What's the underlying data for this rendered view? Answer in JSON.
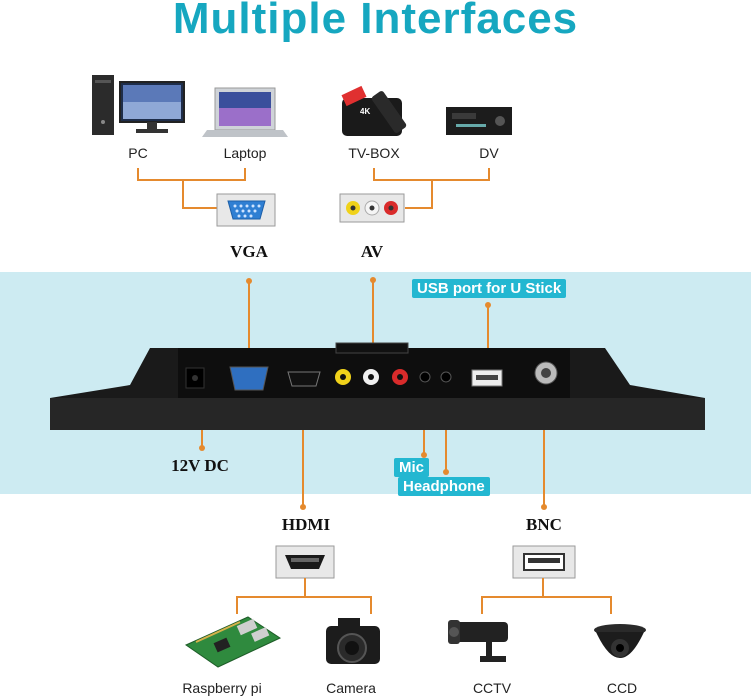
{
  "title": "Multiple Interfaces",
  "devices": {
    "pc": "PC",
    "laptop": "Laptop",
    "tvbox": "TV-BOX",
    "tvbox_brand": "4K",
    "dv": "DV",
    "raspberry": "Raspberry pi",
    "camera": "Camera",
    "cctv": "CCTV",
    "ccd": "CCD"
  },
  "ports": {
    "vga": "VGA",
    "av": "AV",
    "usb": "USB port for U Stick",
    "dc": "12V DC",
    "mic": "Mic",
    "headphone": "Headphone",
    "hdmi": "HDMI",
    "bnc": "BNC"
  },
  "colors": {
    "title": "#16a7c0",
    "connector_line": "#e58a2e",
    "tag_bg": "#23b7d1",
    "band_bg": "#cdebf2"
  },
  "icons": [
    "desktop-pc-icon",
    "laptop-icon",
    "tv-box-icon",
    "dv-player-icon",
    "vga-connector-icon",
    "av-connector-icon",
    "hdmi-connector-icon",
    "usb-connector-icon",
    "raspberry-pi-icon",
    "camera-icon",
    "cctv-camera-icon",
    "dome-camera-icon",
    "monitor-back-panel"
  ]
}
